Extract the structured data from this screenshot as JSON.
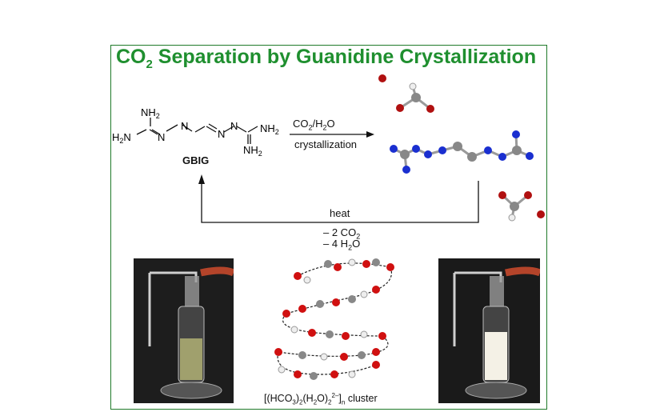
{
  "title": {
    "pre": "CO",
    "sub": "2",
    "post": " Separation by Guanidine Crystallization"
  },
  "gbig": {
    "label": "GBIG",
    "nh2_top": "NH",
    "h2n_left": "H",
    "nh2_right": "NH",
    "nh2_bottom": "NH",
    "n": "N",
    "sub2": "2"
  },
  "reaction": {
    "reagent": "CO2/H2O",
    "condition": "crystallization",
    "heat": "heat",
    "loss_co2": "– 2 CO2",
    "loss_h2o": "– 4 H2O"
  },
  "cluster_caption": "[(HCO3)2(H2O)2 2–]n cluster",
  "colors": {
    "frame": "#1f7a2a",
    "title": "#1f8f2f",
    "carbon": "#888888",
    "nitrogen": "#1a2fd0",
    "oxygen": "#b01010",
    "hydrogen": "#ffffff"
  },
  "photos": {
    "left": "bubbler-clear-solution",
    "right": "bubbler-white-precipitate"
  }
}
